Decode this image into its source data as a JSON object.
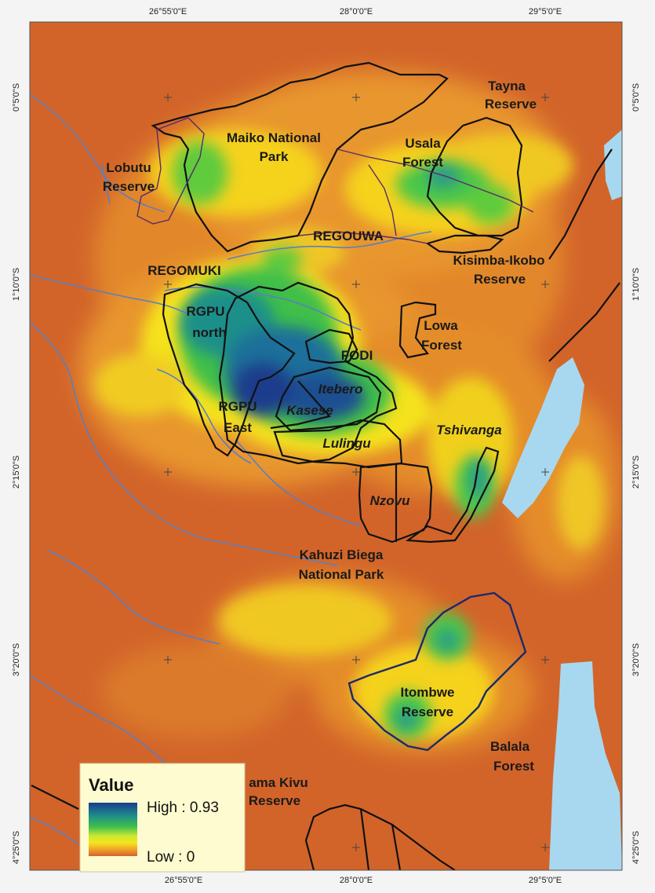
{
  "map": {
    "top_ticks": [
      "26°55'0\"E",
      "28°0'0\"E",
      "29°5'0\"E"
    ],
    "bottom_ticks": [
      "26°55'0\"E",
      "28°0'0\"E",
      "29°5'0\"E"
    ],
    "left_ticks": [
      "0°5'0\"S",
      "1°10'0\"S",
      "2°15'0\"S",
      "3°20'0\"S",
      "4°25'0\"S"
    ],
    "right_ticks": [
      "0°5'0\"S",
      "1°10'0\"S",
      "2°15'0\"S",
      "3°20'0\"S",
      "4°25'0\"S"
    ],
    "labels": {
      "tayna_1": "Tayna",
      "tayna_2": "Reserve",
      "maiko_1": "Maiko National",
      "maiko_2": "Park",
      "usala_1": "Usala",
      "usala_2": "Forest",
      "lobutu_1": "Lobutu",
      "lobutu_2": "Reserve",
      "regouwa": "REGOUWA",
      "kisimba_1": "Kisimba-Ikobo",
      "kisimba_2": "Reserve",
      "regomuki": "REGOMUKI",
      "rgpu_north_1": "RGPU",
      "rgpu_north_2": "north",
      "lowa_1": "Lowa",
      "lowa_2": "Forest",
      "fodi": "FODI",
      "itebero": "Itebero",
      "rgpu_east_1": "RGPU",
      "rgpu_east_2": "East",
      "kasese": "Kasese",
      "tshivanga": "Tshivanga",
      "lulingu": "Lulingu",
      "nzovu": "Nzovu",
      "kahuzi_1": "Kahuzi Biega",
      "kahuzi_2": "National Park",
      "itombwe_1": "Itombwe",
      "itombwe_2": "Reserve",
      "balala_1": "Balala",
      "balala_2": "Forest",
      "kivu_1": "ama Kivu",
      "kivu_2": "Reserve"
    }
  },
  "legend": {
    "title": "Value",
    "high": "High : 0.93",
    "low": "Low : 0",
    "colors": [
      "#1a3c8c",
      "#1f8f8a",
      "#3fbf4a",
      "#c8e832",
      "#f5e51c",
      "#f0a02a",
      "#d2642a"
    ]
  },
  "colors": {
    "background_low": "#d2642a",
    "mid": "#e89a30",
    "water": "#a8d8ef",
    "river": "#5b7fbf",
    "boundary": "#111111",
    "purple_boundary": "#5a2a6a"
  }
}
